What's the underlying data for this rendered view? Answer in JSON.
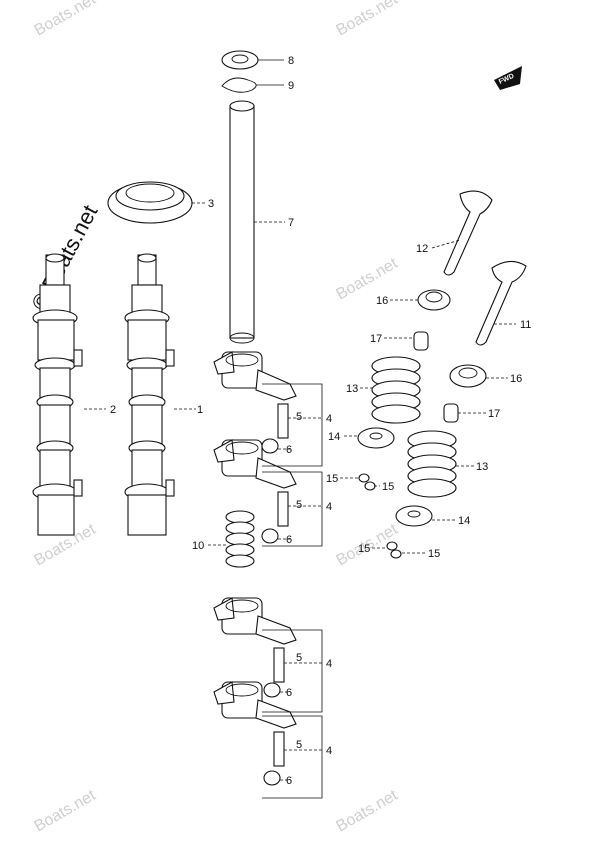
{
  "watermark": {
    "brand": "Boats.net",
    "main_text": "© Boats.net"
  },
  "badge": {
    "text": "FWD"
  },
  "callouts": {
    "p1": "1",
    "p2": "2",
    "p3": "3",
    "p7": "7",
    "p8": "8",
    "p9": "9",
    "p10": "10",
    "p11": "11",
    "p12": "12",
    "p13a": "13",
    "p13b": "13",
    "p14a": "14",
    "p14b": "14",
    "p15a": "15",
    "p15b": "15",
    "p15c": "15",
    "p15d": "15",
    "p16a": "16",
    "p16b": "16",
    "p17a": "17",
    "p17b": "17",
    "r1_4": "4",
    "r1_5": "5",
    "r1_6": "6",
    "r2_4": "4",
    "r2_5": "5",
    "r2_6": "6",
    "r3_4": "4",
    "r3_5": "5",
    "r3_6": "6",
    "r4_4": "4",
    "r4_5": "5",
    "r4_6": "6"
  }
}
